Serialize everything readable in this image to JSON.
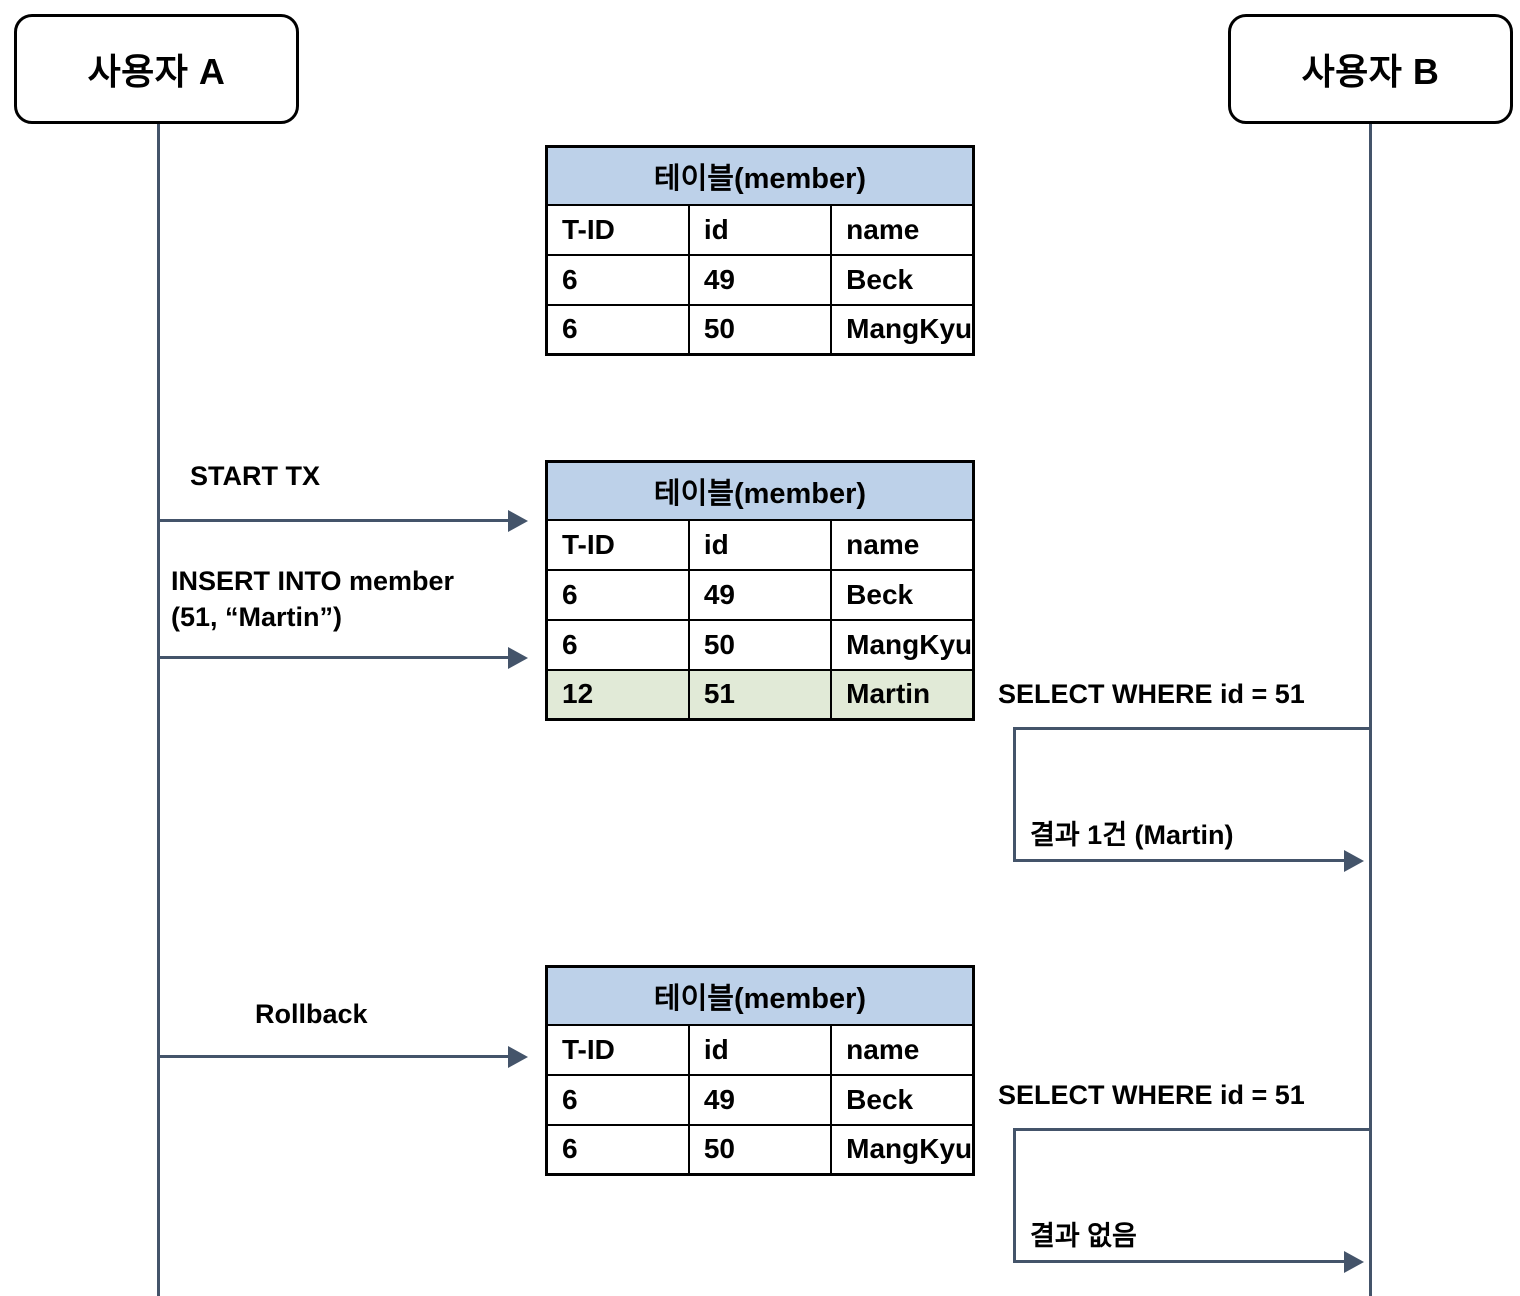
{
  "diagram": {
    "title": "Dirty Read sequence diagram",
    "colors": {
      "table_header_blue": "#bdd1e9",
      "highlight_green": "#e1ead7",
      "arrow_slate": "#44546a",
      "border_black": "#000000"
    }
  },
  "actors": {
    "left": {
      "label": "사용자 A"
    },
    "right": {
      "label": "사용자 B"
    }
  },
  "tables": [
    {
      "title": "테이블(member)",
      "columns": [
        "T-ID",
        "id",
        "name"
      ],
      "rows": [
        {
          "tid": "6",
          "id": "49",
          "name": "Beck",
          "highlight": false
        },
        {
          "tid": "6",
          "id": "50",
          "name": "MangKyu",
          "highlight": false
        }
      ]
    },
    {
      "title": "테이블(member)",
      "columns": [
        "T-ID",
        "id",
        "name"
      ],
      "rows": [
        {
          "tid": "6",
          "id": "49",
          "name": "Beck",
          "highlight": false
        },
        {
          "tid": "6",
          "id": "50",
          "name": "MangKyu",
          "highlight": false
        },
        {
          "tid": "12",
          "id": "51",
          "name": "Martin",
          "highlight": true
        }
      ]
    },
    {
      "title": "테이블(member)",
      "columns": [
        "T-ID",
        "id",
        "name"
      ],
      "rows": [
        {
          "tid": "6",
          "id": "49",
          "name": "Beck",
          "highlight": false
        },
        {
          "tid": "6",
          "id": "50",
          "name": "MangKyu",
          "highlight": false
        }
      ]
    }
  ],
  "messages": {
    "start_tx": "START TX",
    "insert": "INSERT INTO member\n(51, “Martin”)",
    "rollback": "Rollback"
  },
  "self_calls": [
    {
      "query": "SELECT WHERE id = 51",
      "result": "결과 1건 (Martin)"
    },
    {
      "query": "SELECT WHERE id = 51",
      "result": "결과 없음"
    }
  ]
}
